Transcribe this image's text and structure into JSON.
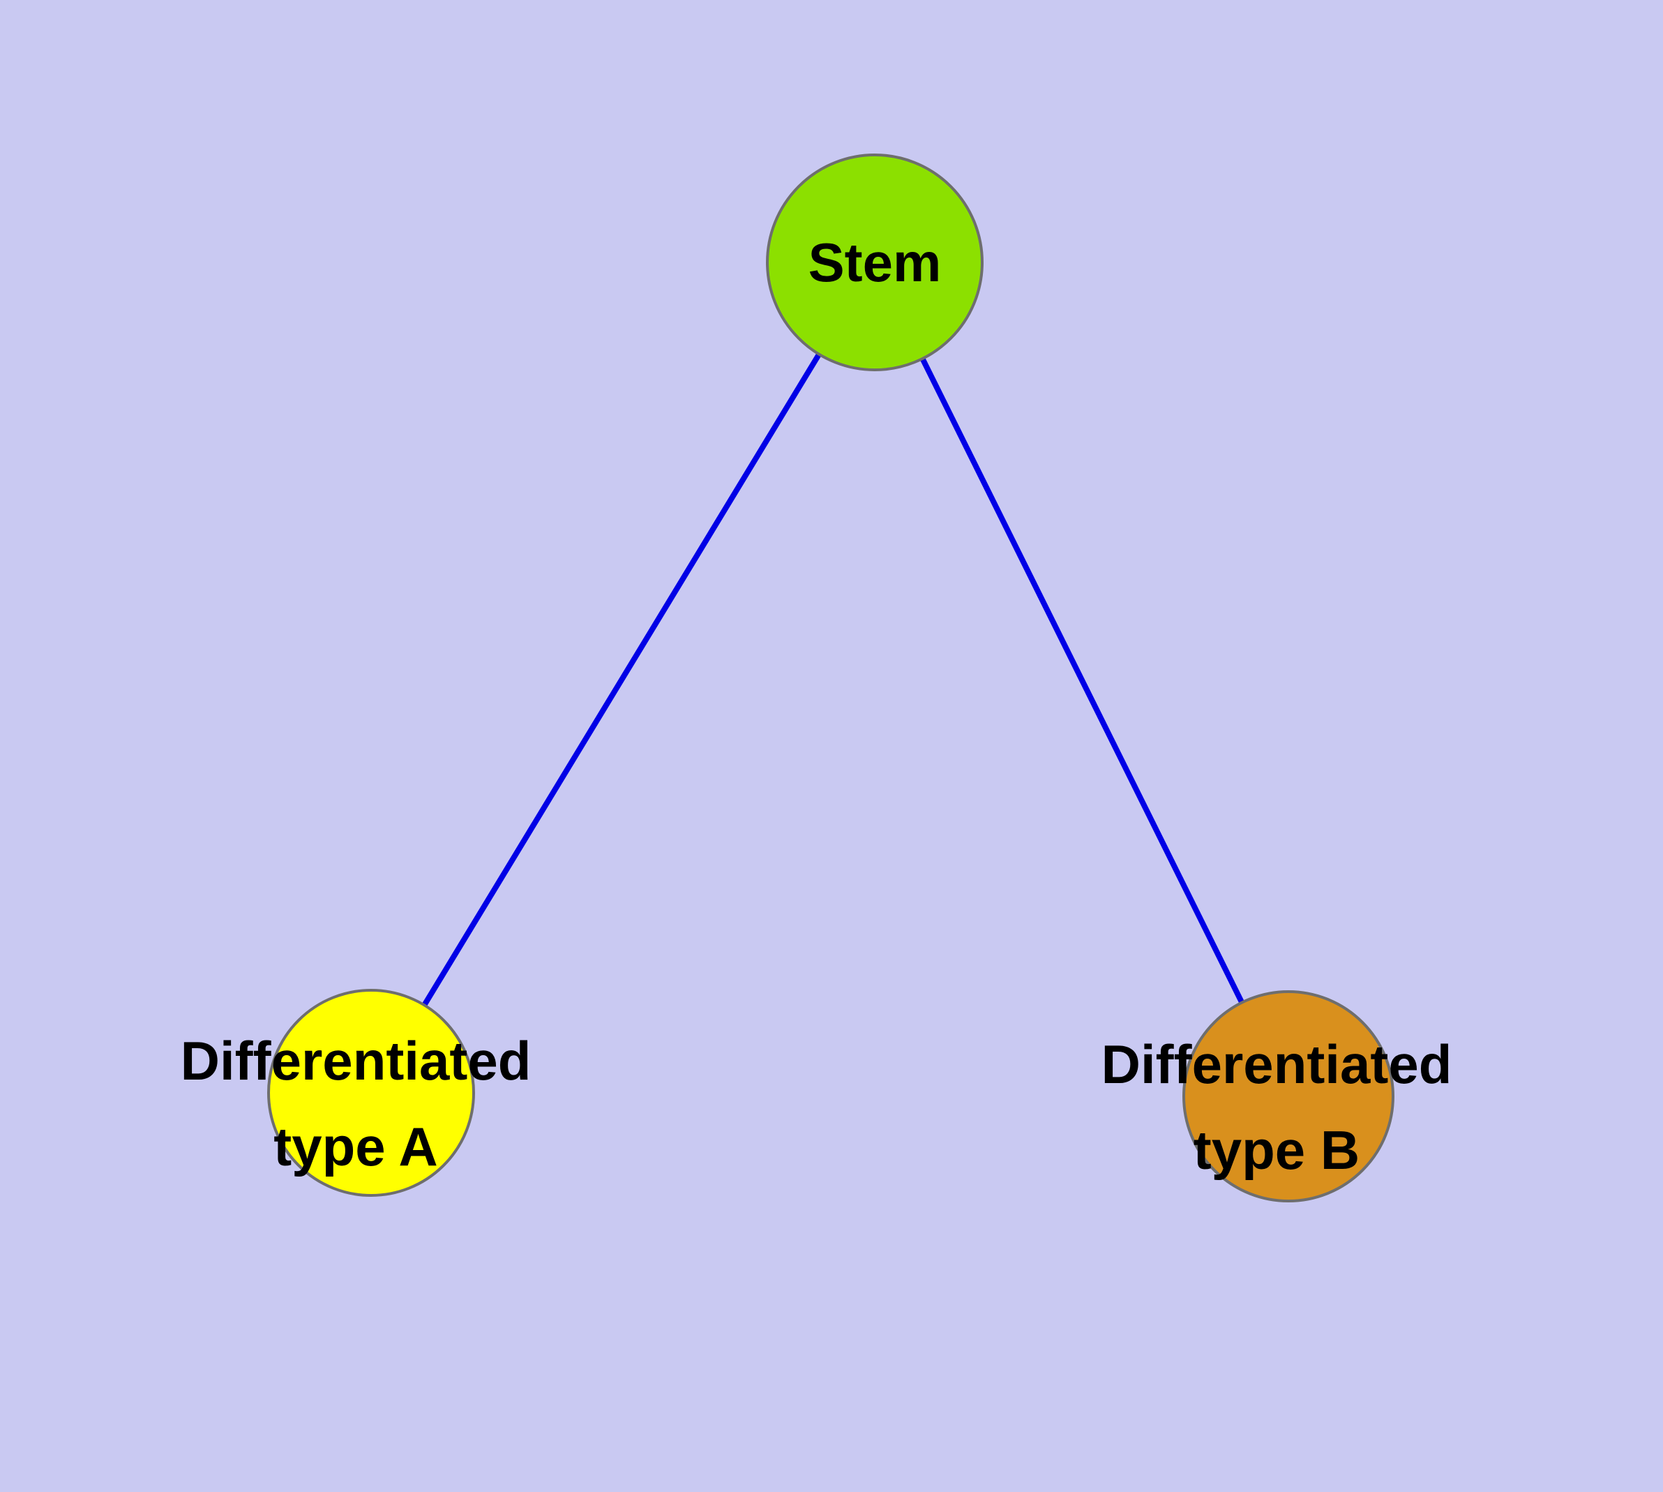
{
  "diagram": {
    "background_color": "#c9c9f2",
    "edge_color": "#0000e6",
    "node_border_color": "#6e6e6e",
    "nodes": {
      "stem": {
        "label": "Stem",
        "color": "#8ce000"
      },
      "type_a": {
        "label_line1": "Differentiated",
        "label_line2": "type A",
        "color": "#ffff00"
      },
      "type_b": {
        "label_line1": "Differentiated",
        "label_line2": "type B",
        "color": "#d9901d"
      }
    },
    "edges": [
      {
        "from": "Stem",
        "to": "Differentiated type A"
      },
      {
        "from": "Stem",
        "to": "Differentiated type B"
      }
    ]
  }
}
